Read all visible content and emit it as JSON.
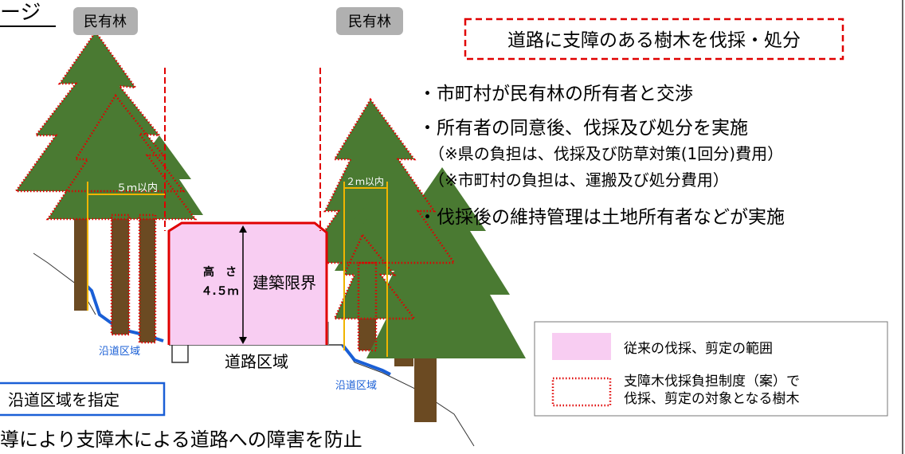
{
  "title_fragment": "ージ",
  "labels": {
    "private_forest_left": "民有林",
    "private_forest_right": "民有林",
    "dist_left": "５ｍ以内",
    "dist_right": "２ｍ以内",
    "height_line1": "高　さ",
    "height_line2": "４.５ｍ",
    "clearance": "建築限界",
    "road_area": "道路区域",
    "roadside_left": "沿道区域",
    "roadside_right": "沿道区域"
  },
  "headline": "道路に支障のある樹木を伐採・処分",
  "bullets": {
    "b1": "・市町村が民有林の所有者と交渉",
    "b2": "・所有者の同意後、伐採及び処分を実施",
    "b2_sub1": "（※県の負担は、伐採及び防草対策(1回分)費用）",
    "b2_sub2": "（※市町村の負担は、運搬及び処分費用）",
    "b3": "・伐採後の維持管理は土地所有者などが実施"
  },
  "designate_box": "沿道区域を指定",
  "bottom_text": "導により支障木による道路への障害を防止",
  "legend": {
    "item1": "従来の伐採、剪定の範囲",
    "item2_line1": "支障木伐採負担制度（案）で",
    "item2_line2": "伐採、剪定の対象となる樹木"
  },
  "colors": {
    "tree_green": "#4a7a32",
    "trunk_brown": "#6b4a22",
    "dashed_red": "#e00000",
    "clearance_fill": "#f8cdf2",
    "roadside_blue": "#1a5fd6",
    "dist_orange": "#f0b400",
    "label_gray": "#b0b0b0"
  }
}
